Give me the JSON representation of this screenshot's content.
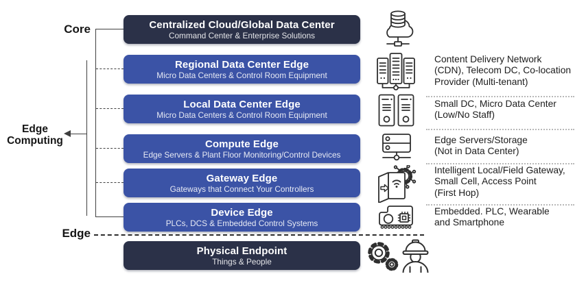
{
  "colors": {
    "layer_dark": "#2b3148",
    "layer_blue": "#3b53a6",
    "line": "#3f3f3f",
    "body_text": "#1c1c1c"
  },
  "left_labels": {
    "core": "Core",
    "edge_computing": "Edge\nComputing",
    "edge": "Edge"
  },
  "layers": [
    {
      "title": "Centralized Cloud/Global Data Center",
      "subtitle": "Command Center & Enterprise Solutions",
      "tone": "dark",
      "icon": "cloud-database-icon",
      "description": ""
    },
    {
      "title": "Regional Data Center Edge",
      "subtitle": "Micro Data Centers & Control Room Equipment",
      "tone": "blue",
      "icon": "server-racks-icon",
      "description": "Content Delivery Network\n(CDN), Telecom DC, Co-location\nProvider (Multi-tenant)"
    },
    {
      "title": "Local Data Center Edge",
      "subtitle": "Micro Data Centers & Control Room Equipment",
      "tone": "blue",
      "icon": "server-towers-icon",
      "description": "Small DC, Micro Data Center\n(Low/No Staff)"
    },
    {
      "title": "Compute Edge",
      "subtitle": "Edge Servers & Plant Floor Monitoring/Control Devices",
      "tone": "blue",
      "icon": "edge-server-icon",
      "description": "Edge Servers/Storage\n(Not in Data Center)"
    },
    {
      "title": "Gateway Edge",
      "subtitle": "Gateways that Connect Your Controllers",
      "tone": "blue",
      "icon": "gateway-icon",
      "description": "Intelligent Local/Field Gateway,\nSmall Cell, Access Point\n(First Hop)"
    },
    {
      "title": "Device Edge",
      "subtitle": "PLCs, DCS & Embedded Control Systems",
      "tone": "blue",
      "icon": "embedded-chip-icon",
      "description": "Embedded. PLC, Wearable\nand Smartphone"
    },
    {
      "title": "Physical Endpoint",
      "subtitle": "Things & People",
      "tone": "dark",
      "icon": "gears-and-worker-icon",
      "description": ""
    }
  ]
}
